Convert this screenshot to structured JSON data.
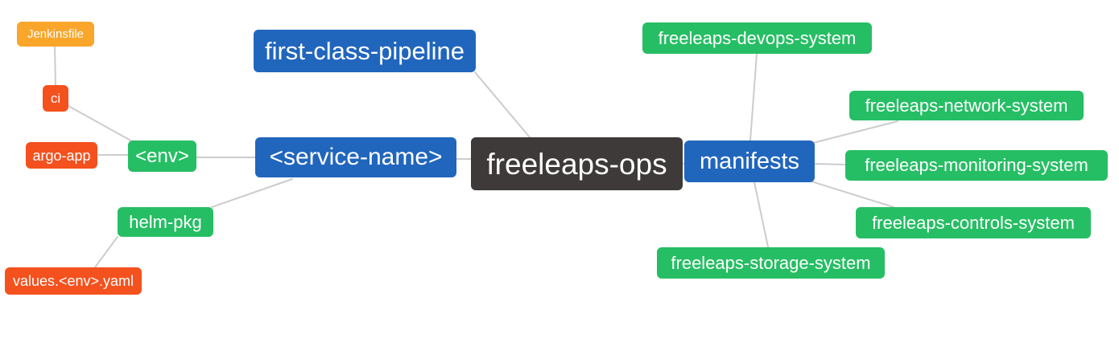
{
  "diagram": {
    "background_color": "#ffffff",
    "edge_color": "#cccccc",
    "palette": {
      "blue": "#2166bd",
      "green": "#26be64",
      "orange_red": "#f4511e",
      "amber": "#f9a62b",
      "dark": "#3e3a39"
    },
    "nodes": {
      "jenkinsfile": {
        "label": "Jenkinsfile",
        "color": "#f9a62b"
      },
      "ci": {
        "label": "ci",
        "color": "#f4511e"
      },
      "argo_app": {
        "label": "argo-app",
        "color": "#f4511e"
      },
      "env": {
        "label": "<env>",
        "color": "#26be64"
      },
      "helm_pkg": {
        "label": "helm-pkg",
        "color": "#26be64"
      },
      "values_env_yaml": {
        "label": "values.<env>.yaml",
        "color": "#f4511e"
      },
      "first_class_pipeline": {
        "label": "first-class-pipeline",
        "color": "#2166bd"
      },
      "service_name": {
        "label": "<service-name>",
        "color": "#2166bd"
      },
      "freeleaps_ops": {
        "label": "freeleaps-ops",
        "color": "#3e3a39"
      },
      "manifests": {
        "label": "manifests",
        "color": "#2166bd"
      },
      "devops_system": {
        "label": "freeleaps-devops-system",
        "color": "#26be64"
      },
      "network_system": {
        "label": "freeleaps-network-system",
        "color": "#26be64"
      },
      "monitoring_system": {
        "label": "freeleaps-monitoring-system",
        "color": "#26be64"
      },
      "controls_system": {
        "label": "freeleaps-controls-system",
        "color": "#26be64"
      },
      "storage_system": {
        "label": "freeleaps-storage-system",
        "color": "#26be64"
      }
    },
    "edges": [
      {
        "from": "jenkinsfile",
        "to": "ci"
      },
      {
        "from": "ci",
        "to": "env"
      },
      {
        "from": "argo_app",
        "to": "env"
      },
      {
        "from": "env",
        "to": "service_name"
      },
      {
        "from": "service_name",
        "to": "helm_pkg"
      },
      {
        "from": "helm_pkg",
        "to": "values_env_yaml"
      },
      {
        "from": "first_class_pipeline",
        "to": "freeleaps_ops"
      },
      {
        "from": "service_name",
        "to": "freeleaps_ops"
      },
      {
        "from": "freeleaps_ops",
        "to": "manifests"
      },
      {
        "from": "manifests",
        "to": "devops_system"
      },
      {
        "from": "manifests",
        "to": "network_system"
      },
      {
        "from": "manifests",
        "to": "monitoring_system"
      },
      {
        "from": "manifests",
        "to": "controls_system"
      },
      {
        "from": "manifests",
        "to": "storage_system"
      }
    ]
  }
}
